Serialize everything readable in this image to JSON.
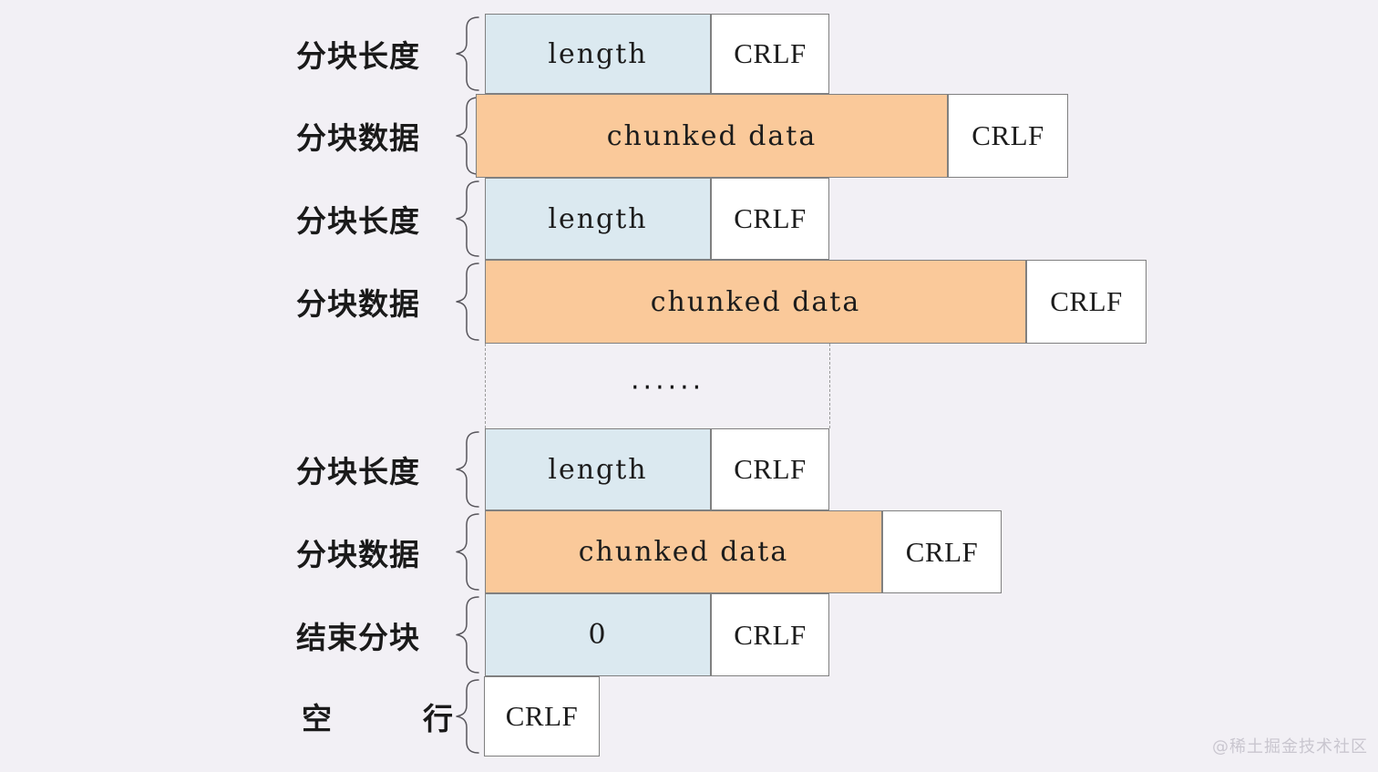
{
  "diagram": {
    "title": "HTTP chunked transfer encoding structure",
    "background_color": "#f2f0f5",
    "colors": {
      "length_cell": "#dbe9f0",
      "data_cell": "#fac99a",
      "crlf_cell": "#ffffff",
      "border": "#808080",
      "dashed_guide": "#9a9a9a",
      "label_text": "#1a1a1a"
    },
    "ellipsis": "······",
    "watermark": "@稀土掘金技术社区",
    "rows": [
      {
        "id": "chunk-length-1",
        "label": "分块长度",
        "label_spread": false,
        "cells": [
          {
            "text": "length",
            "style": "blue",
            "mono": true
          },
          {
            "text": "CRLF",
            "style": "white",
            "mono": false
          }
        ]
      },
      {
        "id": "chunk-data-1",
        "label": "分块数据",
        "label_spread": false,
        "cells": [
          {
            "text": "chunked data",
            "style": "orange",
            "mono": true
          },
          {
            "text": "CRLF",
            "style": "white",
            "mono": false
          }
        ]
      },
      {
        "id": "chunk-length-2",
        "label": "分块长度",
        "label_spread": false,
        "cells": [
          {
            "text": "length",
            "style": "blue",
            "mono": true
          },
          {
            "text": "CRLF",
            "style": "white",
            "mono": false
          }
        ]
      },
      {
        "id": "chunk-data-2",
        "label": "分块数据",
        "label_spread": false,
        "cells": [
          {
            "text": "chunked data",
            "style": "orange",
            "mono": true
          },
          {
            "text": "CRLF",
            "style": "white",
            "mono": false
          }
        ]
      },
      {
        "id": "chunk-length-n",
        "label": "分块长度",
        "label_spread": false,
        "cells": [
          {
            "text": "length",
            "style": "blue",
            "mono": true
          },
          {
            "text": "CRLF",
            "style": "white",
            "mono": false
          }
        ]
      },
      {
        "id": "chunk-data-n",
        "label": "分块数据",
        "label_spread": false,
        "cells": [
          {
            "text": "chunked data",
            "style": "orange",
            "mono": true
          },
          {
            "text": "CRLF",
            "style": "white",
            "mono": false
          }
        ]
      },
      {
        "id": "terminating-chunk",
        "label": "结束分块",
        "label_spread": false,
        "cells": [
          {
            "text": "0",
            "style": "blue",
            "mono": true
          },
          {
            "text": "CRLF",
            "style": "white",
            "mono": false
          }
        ]
      },
      {
        "id": "blank-line",
        "label": "空行",
        "label_spread": true,
        "cells": [
          {
            "text": "CRLF",
            "style": "white",
            "mono": false
          }
        ]
      }
    ]
  }
}
